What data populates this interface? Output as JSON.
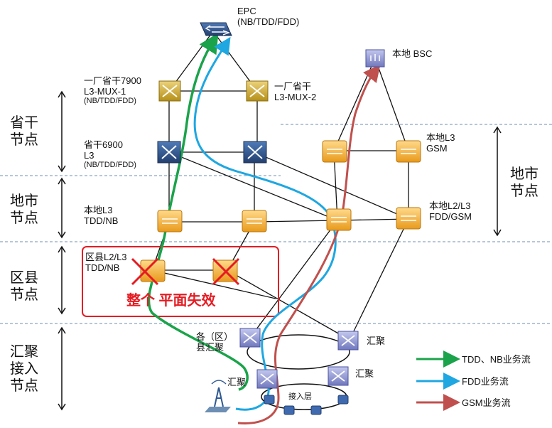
{
  "tiers": {
    "provincial": [
      "省干",
      "节点"
    ],
    "city_left": [
      "地市",
      "节点"
    ],
    "county": [
      "区县",
      "节点"
    ],
    "aggregation": [
      "汇聚",
      "接入",
      "节点"
    ],
    "city_right": [
      "地市",
      "节点"
    ]
  },
  "nodes": {
    "epc": {
      "line1": "EPC",
      "line2": "(NB/TDD/FDD)"
    },
    "mux1": {
      "line1": "一厂省干7900",
      "line2": "L3-MUX-1",
      "line3": "(NB/TDD/FDD)"
    },
    "mux2": {
      "line1": "一厂省干",
      "line2": "L3-MUX-2"
    },
    "p6900": {
      "line1": "省干6900",
      "line2": "L3",
      "line3": "(NB/TDD/FDD)"
    },
    "local_l3": {
      "line1": "本地L3",
      "line2": "TDD/NB"
    },
    "county_l2l3": {
      "line1": "区县L2/L3",
      "line2": "TDD/NB"
    },
    "bsc": {
      "label": "本地 BSC"
    },
    "gsm_l3": {
      "line1": "本地L3",
      "line2": "GSM"
    },
    "fdd_gsm": {
      "line1": "本地L2/L3",
      "line2": "FDD/GSM"
    },
    "county_agg": {
      "line1": "各（区）",
      "line2": "县汇聚"
    },
    "agg_left": {
      "label": "汇聚"
    },
    "agg_right": {
      "label": "汇聚"
    },
    "agg_right2": {
      "label": "汇聚"
    },
    "access_layer": {
      "label": "接入层"
    }
  },
  "failure_text": "整个 平面失效",
  "legend": [
    {
      "label": "TDD、NB业务流",
      "color": "#1aa34a"
    },
    {
      "label": "FDD业务流",
      "color": "#1ea7e1"
    },
    {
      "label": "GSM业务流",
      "color": "#c0504d"
    }
  ],
  "colors": {
    "router_yellow": "#f2b33a",
    "switch_blue": "#2f5a92",
    "switch_light": "#7f86c5",
    "mux_gold": "#c9a227",
    "failure_red": "#e51c23",
    "tdd_nb_flow": "#1aa34a",
    "fdd_flow": "#1ea7e1",
    "gsm_flow": "#c0504d",
    "separator": "#6c8fb3"
  }
}
